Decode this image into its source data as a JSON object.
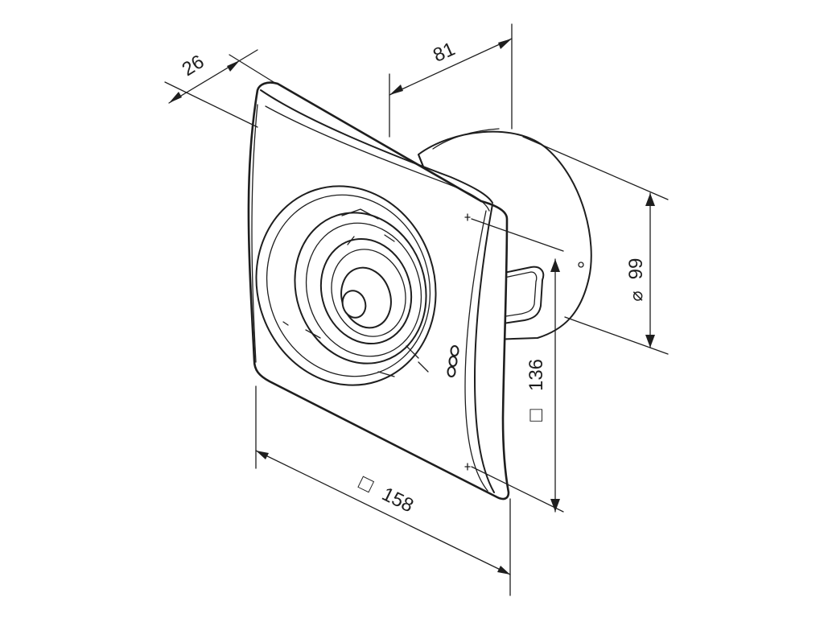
{
  "drawing": {
    "subject": "fan",
    "line_color": "#1e1e1e",
    "background_color": "#ffffff",
    "dimensions": {
      "depth_front": "26",
      "depth_total": "81",
      "spigot_diameter": "99",
      "spigot_diameter_symbol": "⌀",
      "panel_height": "136",
      "panel_width": "158",
      "square_symbol": "□"
    },
    "icons": [
      "square-icon",
      "diameter-icon"
    ]
  }
}
